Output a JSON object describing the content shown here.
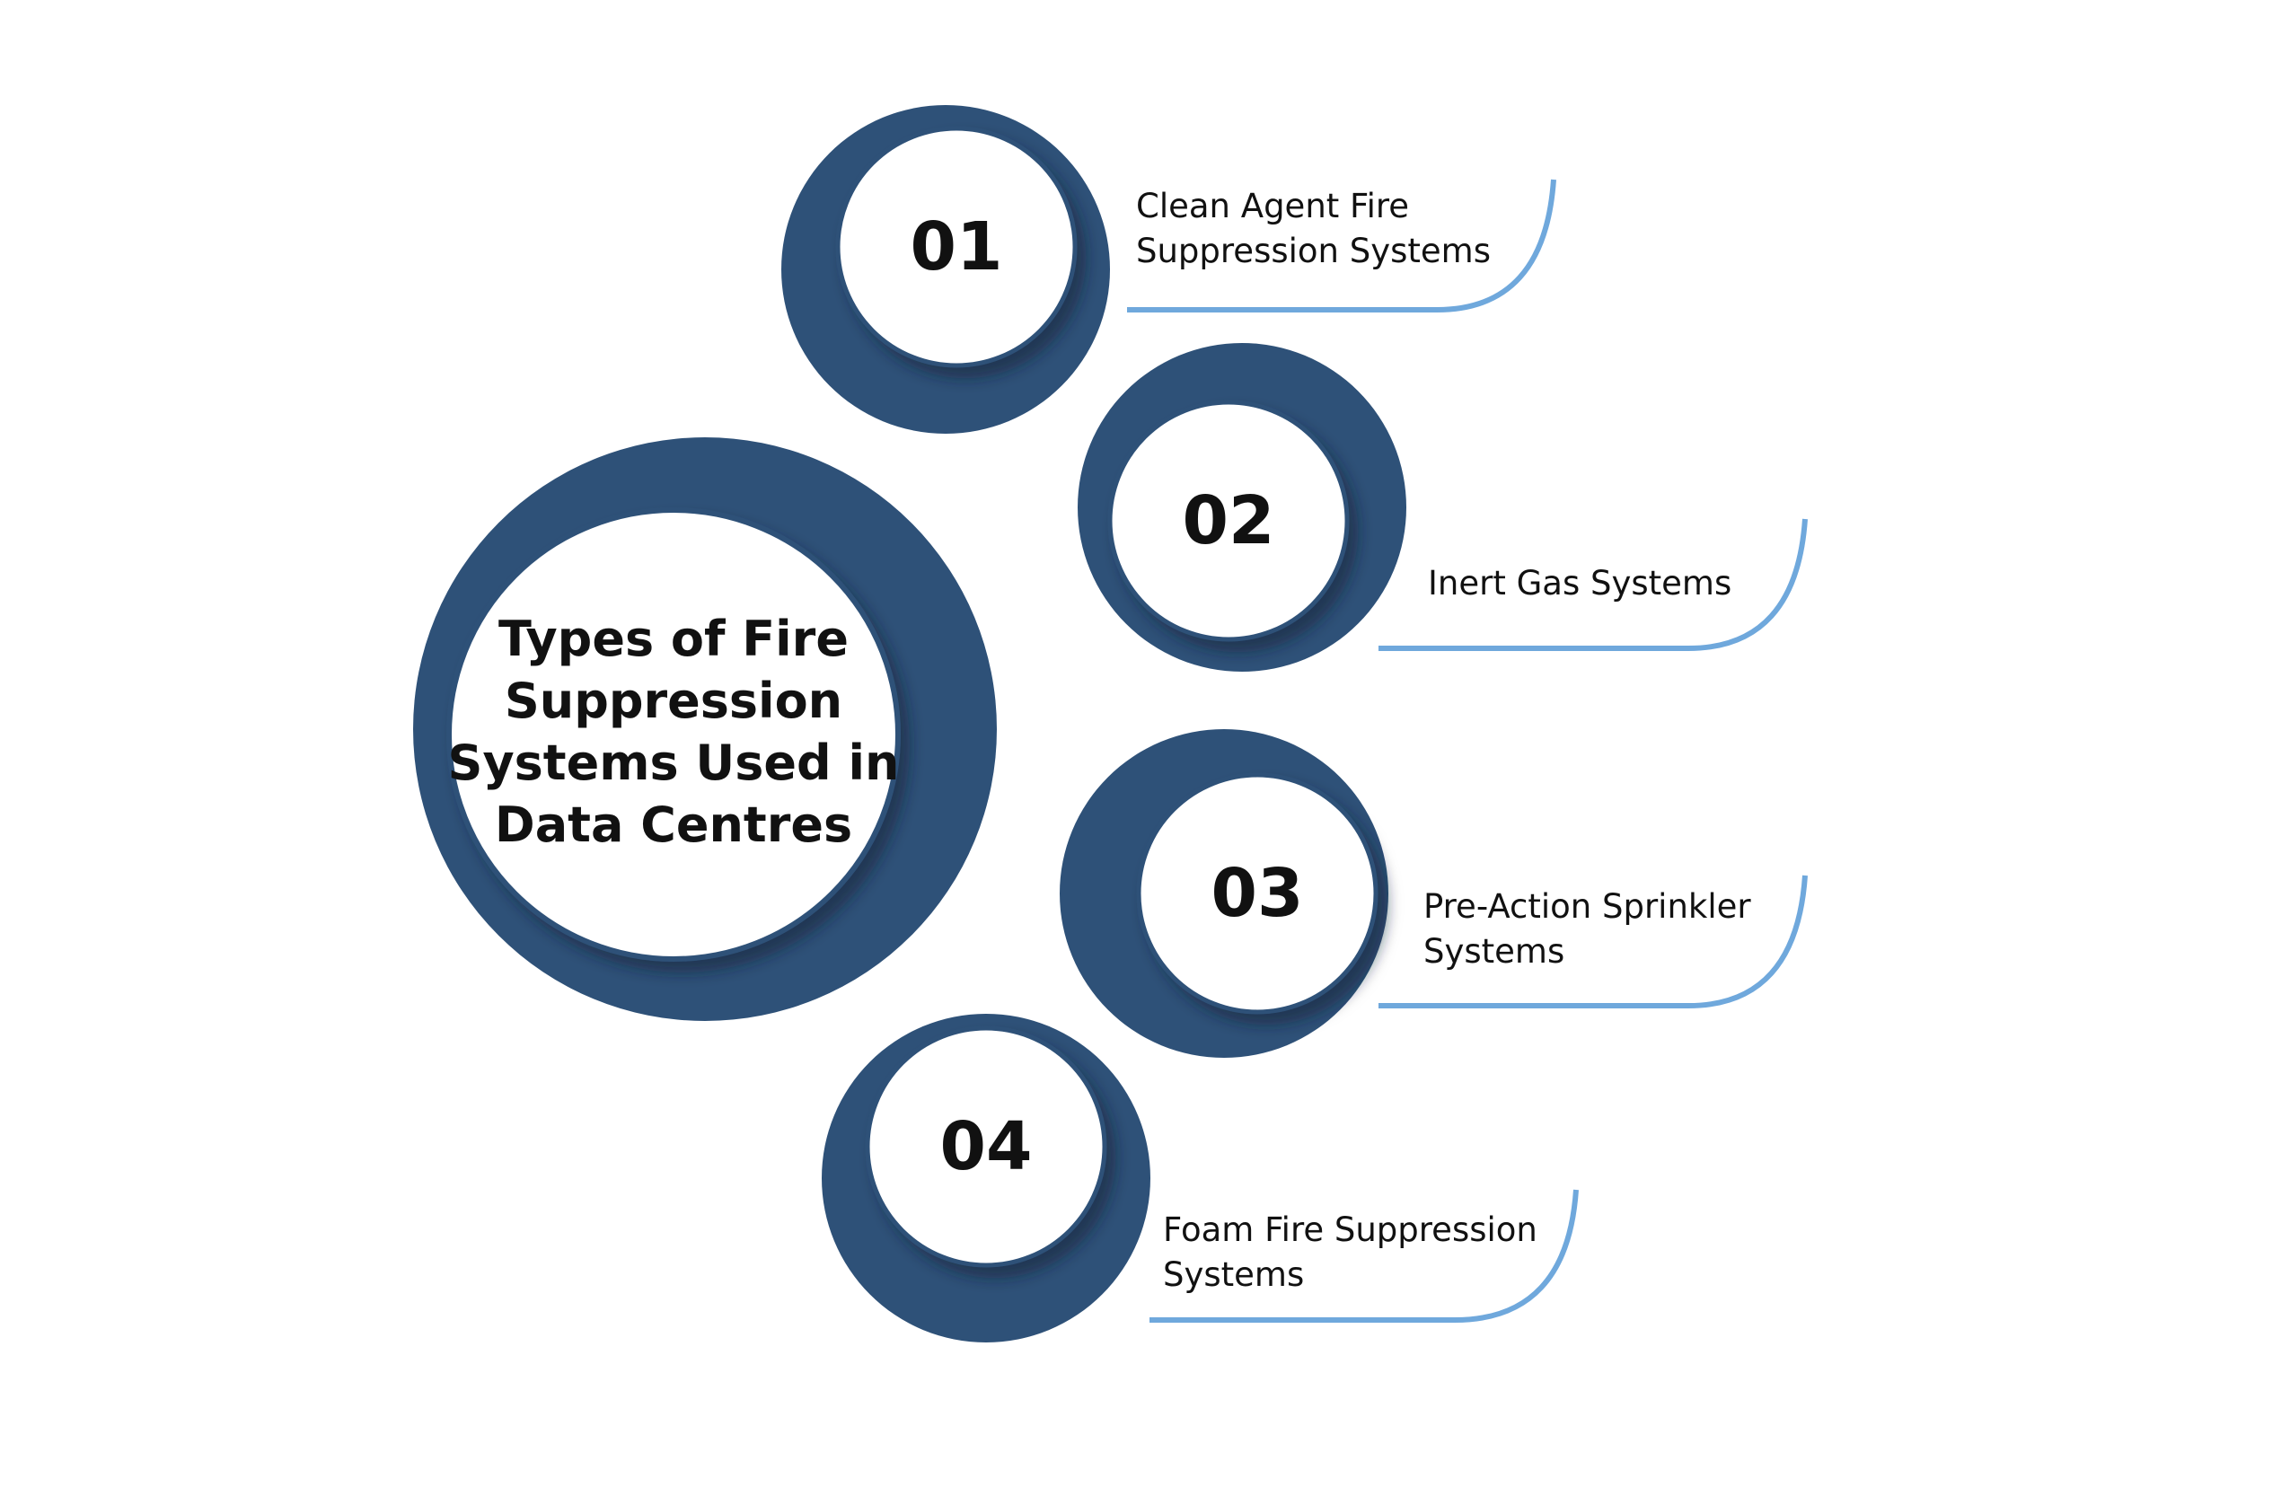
{
  "center": {
    "title": "Types of Fire Suppression Systems Used in Data Centres"
  },
  "items": [
    {
      "number": "01",
      "label": "Clean Agent Fire\nSuppression Systems"
    },
    {
      "number": "02",
      "label": "Inert Gas Systems"
    },
    {
      "number": "03",
      "label": "Pre-Action Sprinkler\nSystems"
    },
    {
      "number": "04",
      "label": "Foam Fire Suppression\nSystems"
    }
  ],
  "colors": {
    "ring": "#2e5178",
    "inner": "#ffffff",
    "connector": "#6fa8dc",
    "text": "#111111"
  }
}
